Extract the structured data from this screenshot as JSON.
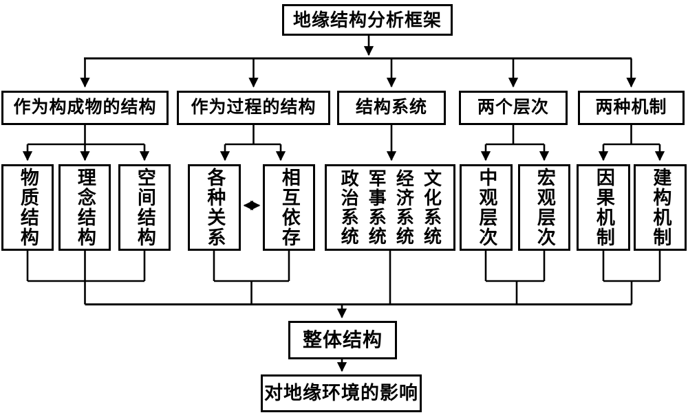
{
  "diagram": {
    "title": "地缘结构分析框架",
    "colors": {
      "line": "#000000",
      "background": "#ffffff",
      "box_border": "#000000"
    },
    "nodes": {
      "root": "地缘结构分析框架",
      "level2": [
        "作为构成物的结构",
        "作为过程的结构",
        "结构系统",
        "两个层次",
        "两种机制"
      ],
      "composition_children": [
        "物质结构",
        "理念结构",
        "空间结构"
      ],
      "process_children": [
        "各种关系",
        "相互依存"
      ],
      "system_children": [
        "政治系统",
        "军事系统",
        "经济系统",
        "文化系统"
      ],
      "level_children": [
        "中观层次",
        "宏观层次"
      ],
      "mechanism_children": [
        "因果机制",
        "建构机制"
      ],
      "overall": "整体结构",
      "impact": "对地缘环境的影响"
    },
    "relations": {
      "process_children_link": "bidirectional-arrow"
    }
  }
}
